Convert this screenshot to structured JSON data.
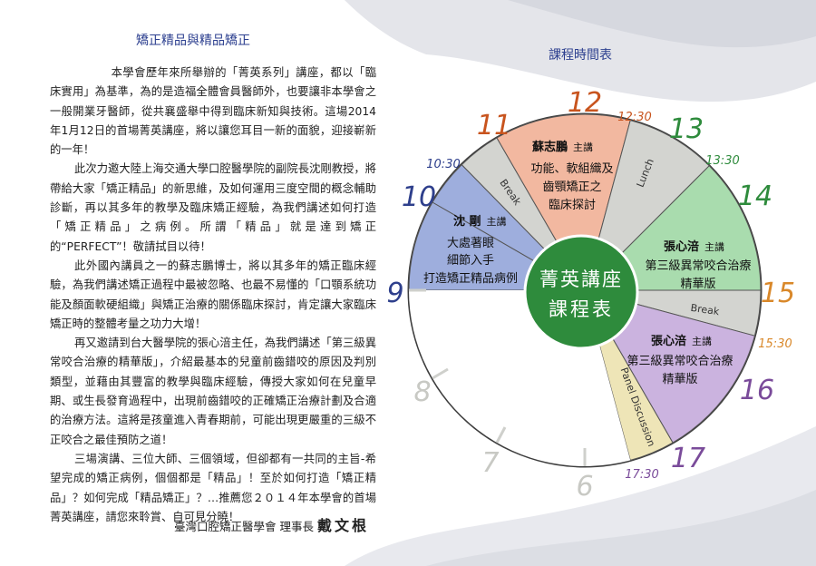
{
  "article": {
    "title": "矯正精品與精品矯正",
    "paragraphs": [
      "本學會歷年來所舉辦的「菁英系列」講座，都以「臨床實用」為基準，為的是造福全體會員醫師外，也要讓非本學會之一般開業牙醫師，從共襄盛舉中得到臨床新知與技術。這場2014年1月12日的首場菁英講座，將以讓您耳目一新的面貌，迎接嶄新的一年！",
      "此次力邀大陸上海交通大學口腔醫學院的副院長沈剛教授，將帶給大家「矯正精品」的新思維，及如何運用三度空間的概念輔助診斷，再以其多年的教學及臨床矯正經驗，為我們講述如何打造「矯正精品」之病例。所謂「精品」就是達到矯正的“PERFECT”！敬請拭目以待！",
      "此外國內講員之一的蘇志鵬博士，將以其多年的矯正臨床經驗，為我們講述矯正過程中最被忽略、也最不易懂的「口顎系統功能及顏面軟硬組織」與矯正治療的關係臨床探討，肯定讓大家臨床矯正時的整體考量之功力大增！",
      "再又邀請到台大醫學院的張心涪主任，為我們講述「第三級異常咬合治療的精華版」，介紹最基本的兒童前齒錯咬的原因及判別類型，並藉由其豐富的教學與臨床經驗，傳授大家如何在兒童早期、或生長發育過程中，出現前齒錯咬的正確矯正治療計劃及合適的治療方法。這將是孩童進入青春期前，可能出現更嚴重的三級不正咬合之最佳預防之道！",
      "三場演講、三位大師、三個領域，但卻都有一共同的主旨-希望完成的矯正病例，個個都是「精品」！至於如何打造「矯正精品」？如何完成「精品矯正」？…推薦您２０１４年本學會的首場菁英講座，請您來聆賞、自可見分曉！"
    ],
    "signature": "臺灣口腔矯正醫學會  理事長",
    "signature_name": "戴文根"
  },
  "schedule": {
    "title": "課程時間表",
    "center_line1": "菁英講座",
    "center_line2": "課程表",
    "hours": {
      "h6": "6",
      "h7": "7",
      "h8": "8",
      "h9": "9",
      "h10": "10",
      "h11": "11",
      "h12": "12",
      "h13": "13",
      "h14": "14",
      "h15": "15",
      "h16": "16",
      "h17": "17"
    },
    "times": {
      "t1030": "10:30",
      "t1230": "12:30",
      "t1330": "13:30",
      "t1530": "15:30",
      "t1730": "17:30"
    },
    "breaks": {
      "break1": "Break",
      "lunch": "Lunch",
      "break2": "Break",
      "panel": "Panel Discussion"
    },
    "sessions": {
      "s1": {
        "speaker": "沈 剛",
        "role": "主講",
        "line1": "大處著眼",
        "line2": "細節入手",
        "line3": "打造矯正精品病例"
      },
      "s2": {
        "speaker": "蘇志鵬",
        "role": "主講",
        "line1": "功能、軟組織及",
        "line2": "齒顎矯正之",
        "line3": "臨床探討"
      },
      "s3": {
        "speaker": "張心涪",
        "role": "主講",
        "line1": "第三級異常咬合治療",
        "line2": "精華版"
      },
      "s4": {
        "speaker": "張心涪",
        "role": "主講",
        "line1": "第三級異常咬合治療",
        "line2": "精華版"
      }
    },
    "colors": {
      "s1": "#9eaedd",
      "s2": "#f2b8a0",
      "s3": "#a9dcae",
      "s4": "#cbb3df",
      "gray": "#d3d4d0",
      "panel": "#eee5b7",
      "center": "#2e8b3c",
      "h9": "#2e3f8c",
      "h10": "#2e3f8c",
      "h11": "#c8541e",
      "h12": "#c8541e",
      "h13": "#2e8b3c",
      "h14": "#2e8b3c",
      "h15": "#d9882a",
      "h16": "#7a4b9a",
      "h17": "#7a4b9a"
    }
  }
}
